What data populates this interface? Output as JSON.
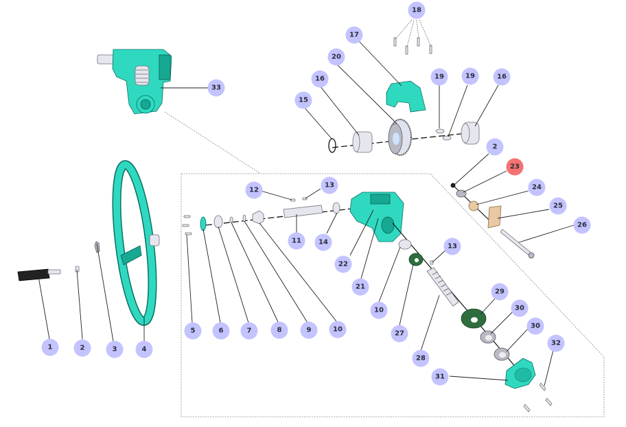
{
  "diagram": {
    "type": "exploded-parts-view",
    "colors": {
      "callout_default": "#c3c3ff",
      "callout_highlight": "#f37272",
      "part_primary": "#2fd9c0",
      "part_seal": "#2e6e3e",
      "part_bracket": "#e8c9a4",
      "part_metal": "#e6e6ee"
    },
    "callouts": [
      {
        "id": "c1",
        "label": "1",
        "highlighted": false
      },
      {
        "id": "c2a",
        "label": "2",
        "highlighted": false
      },
      {
        "id": "c2b",
        "label": "2",
        "highlighted": false
      },
      {
        "id": "c3",
        "label": "3",
        "highlighted": false
      },
      {
        "id": "c4",
        "label": "4",
        "highlighted": false
      },
      {
        "id": "c5",
        "label": "5",
        "highlighted": false
      },
      {
        "id": "c6",
        "label": "6",
        "highlighted": false
      },
      {
        "id": "c7",
        "label": "7",
        "highlighted": false
      },
      {
        "id": "c8",
        "label": "8",
        "highlighted": false
      },
      {
        "id": "c9",
        "label": "9",
        "highlighted": false
      },
      {
        "id": "c10a",
        "label": "10",
        "highlighted": false
      },
      {
        "id": "c10b",
        "label": "10",
        "highlighted": false
      },
      {
        "id": "c11",
        "label": "11",
        "highlighted": false
      },
      {
        "id": "c12",
        "label": "12",
        "highlighted": false
      },
      {
        "id": "c13a",
        "label": "13",
        "highlighted": false
      },
      {
        "id": "c13b",
        "label": "13",
        "highlighted": false
      },
      {
        "id": "c14",
        "label": "14",
        "highlighted": false
      },
      {
        "id": "c15",
        "label": "15",
        "highlighted": false
      },
      {
        "id": "c16a",
        "label": "16",
        "highlighted": false
      },
      {
        "id": "c16b",
        "label": "16",
        "highlighted": false
      },
      {
        "id": "c17",
        "label": "17",
        "highlighted": false
      },
      {
        "id": "c18",
        "label": "18",
        "highlighted": false
      },
      {
        "id": "c19a",
        "label": "19",
        "highlighted": false
      },
      {
        "id": "c19b",
        "label": "19",
        "highlighted": false
      },
      {
        "id": "c20",
        "label": "20",
        "highlighted": false
      },
      {
        "id": "c21",
        "label": "21",
        "highlighted": false
      },
      {
        "id": "c22",
        "label": "22",
        "highlighted": false
      },
      {
        "id": "c23",
        "label": "23",
        "highlighted": true
      },
      {
        "id": "c24",
        "label": "24",
        "highlighted": false
      },
      {
        "id": "c25",
        "label": "25",
        "highlighted": false
      },
      {
        "id": "c26",
        "label": "26",
        "highlighted": false
      },
      {
        "id": "c27",
        "label": "27",
        "highlighted": false
      },
      {
        "id": "c28",
        "label": "28",
        "highlighted": false
      },
      {
        "id": "c29",
        "label": "29",
        "highlighted": false
      },
      {
        "id": "c30a",
        "label": "30",
        "highlighted": false
      },
      {
        "id": "c30b",
        "label": "30",
        "highlighted": false
      },
      {
        "id": "c31",
        "label": "31",
        "highlighted": false
      },
      {
        "id": "c32",
        "label": "32",
        "highlighted": false
      },
      {
        "id": "c33",
        "label": "33",
        "highlighted": false
      }
    ],
    "parts": [
      {
        "name": "handle-knob",
        "icon": "handle-icon"
      },
      {
        "name": "handwheel",
        "icon": "handwheel-icon"
      },
      {
        "name": "gearbox-assembly",
        "icon": "gearbox-icon"
      },
      {
        "name": "gearbox-housing",
        "icon": "housing-icon"
      },
      {
        "name": "worm-gear",
        "icon": "gear-icon"
      },
      {
        "name": "worm-shaft",
        "icon": "worm-screw-icon"
      },
      {
        "name": "housing-cover",
        "icon": "cover-icon"
      },
      {
        "name": "end-cap",
        "icon": "end-cap-icon"
      },
      {
        "name": "bracket-plate",
        "icon": "bracket-icon"
      },
      {
        "name": "bolt",
        "icon": "bolt-icon"
      }
    ]
  }
}
